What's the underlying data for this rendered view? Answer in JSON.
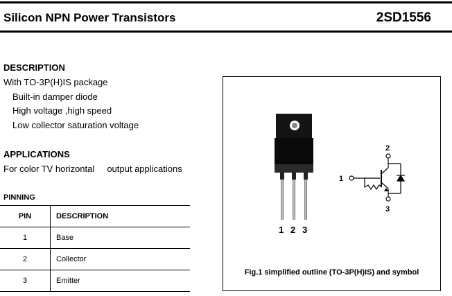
{
  "header": {
    "title": "Silicon NPN Power Transistors",
    "part": "2SD1556"
  },
  "description": {
    "heading": "DESCRIPTION",
    "lines": [
      "With TO-3P(H)IS package",
      "Built-in damper diode",
      "High voltage ,high speed",
      "Low collector saturation voltage"
    ]
  },
  "applications": {
    "heading": "APPLICATIONS",
    "text": "For color TV horizontal     output applications"
  },
  "pinning": {
    "heading": "PINNING",
    "col_pin": "PIN",
    "col_desc": "DESCRIPTION",
    "rows": [
      {
        "pin": "1",
        "desc": "Base"
      },
      {
        "pin": "2",
        "desc": "Collector"
      },
      {
        "pin": "3",
        "desc": "Emitter"
      }
    ]
  },
  "figure": {
    "caption": "Fig.1 simplified outline (TO-3P(H)IS) and symbol",
    "package_pins": [
      "1",
      "2",
      "3"
    ],
    "symbol_pins": {
      "base": "1",
      "collector": "2",
      "emitter": "3"
    }
  }
}
